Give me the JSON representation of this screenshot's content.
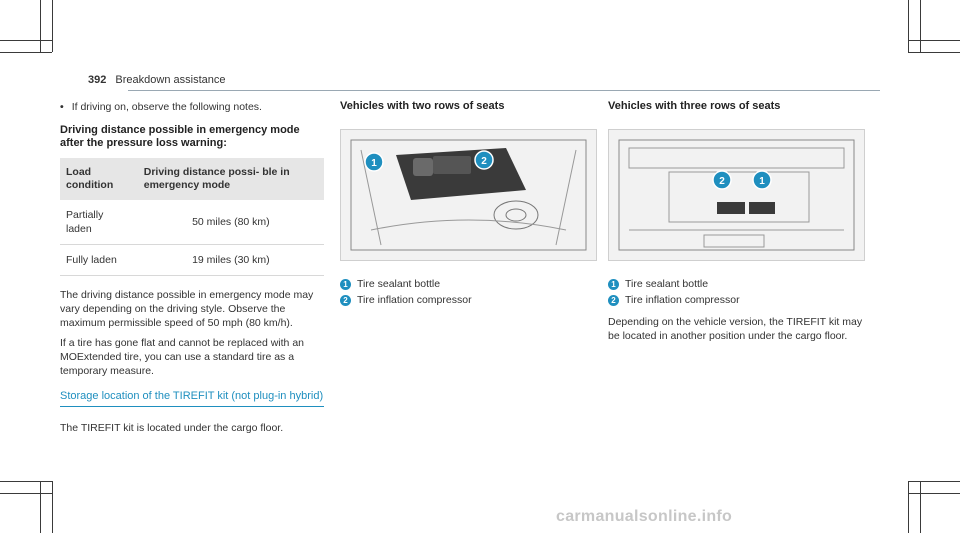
{
  "header": {
    "page_number": "392",
    "section": "Breakdown assistance"
  },
  "col1": {
    "bullet": "If driving on, observe the following notes.",
    "heading": "Driving distance possible in emergency mode after the pressure loss warning:",
    "table": {
      "headers": [
        "Load condition",
        "Driving distance possi‑ ble in emergency mode"
      ],
      "rows": [
        [
          "Partially laden",
          "50 miles (80 km)"
        ],
        [
          "Fully laden",
          "19 miles (30 km)"
        ]
      ]
    },
    "para1": "The driving distance possible in emergency mode may vary depending on the driving style. Observe the maximum permissible speed of 50 mph (80 km/h).",
    "para2": "If a tire has gone flat and cannot be replaced with an MOExtended tire, you can use a standard tire as a temporary measure.",
    "section_title": "Storage location of the TIREFIT kit (not plug-in hybrid)",
    "para3": "The TIREFIT kit is located under the cargo floor."
  },
  "col2": {
    "heading": "Vehicles with two rows of seats",
    "legend": [
      {
        "num": "1",
        "label": "Tire sealant bottle"
      },
      {
        "num": "2",
        "label": "Tire inflation compressor"
      }
    ]
  },
  "col3": {
    "heading": "Vehicles with three rows of seats",
    "legend": [
      {
        "num": "1",
        "label": "Tire sealant bottle"
      },
      {
        "num": "2",
        "label": "Tire inflation compressor"
      }
    ],
    "para": "Depending on the vehicle version, the TIREFIT kit may be located in another position under the cargo floor."
  },
  "watermark": "carmanualsonline.info",
  "colors": {
    "accent": "#1f8fbf"
  }
}
